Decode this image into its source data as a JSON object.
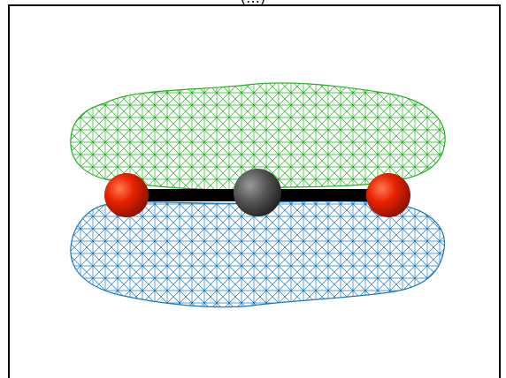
{
  "title_fragment": "(…)",
  "scene": {
    "upper_lobe_color": "#1fb21f",
    "lower_lobe_color": "#1a78bf",
    "oxygen_color": "#e82200",
    "carbon_color": "#555555",
    "bond_color": "#000000",
    "atoms": [
      "oxygen",
      "carbon",
      "oxygen"
    ]
  }
}
